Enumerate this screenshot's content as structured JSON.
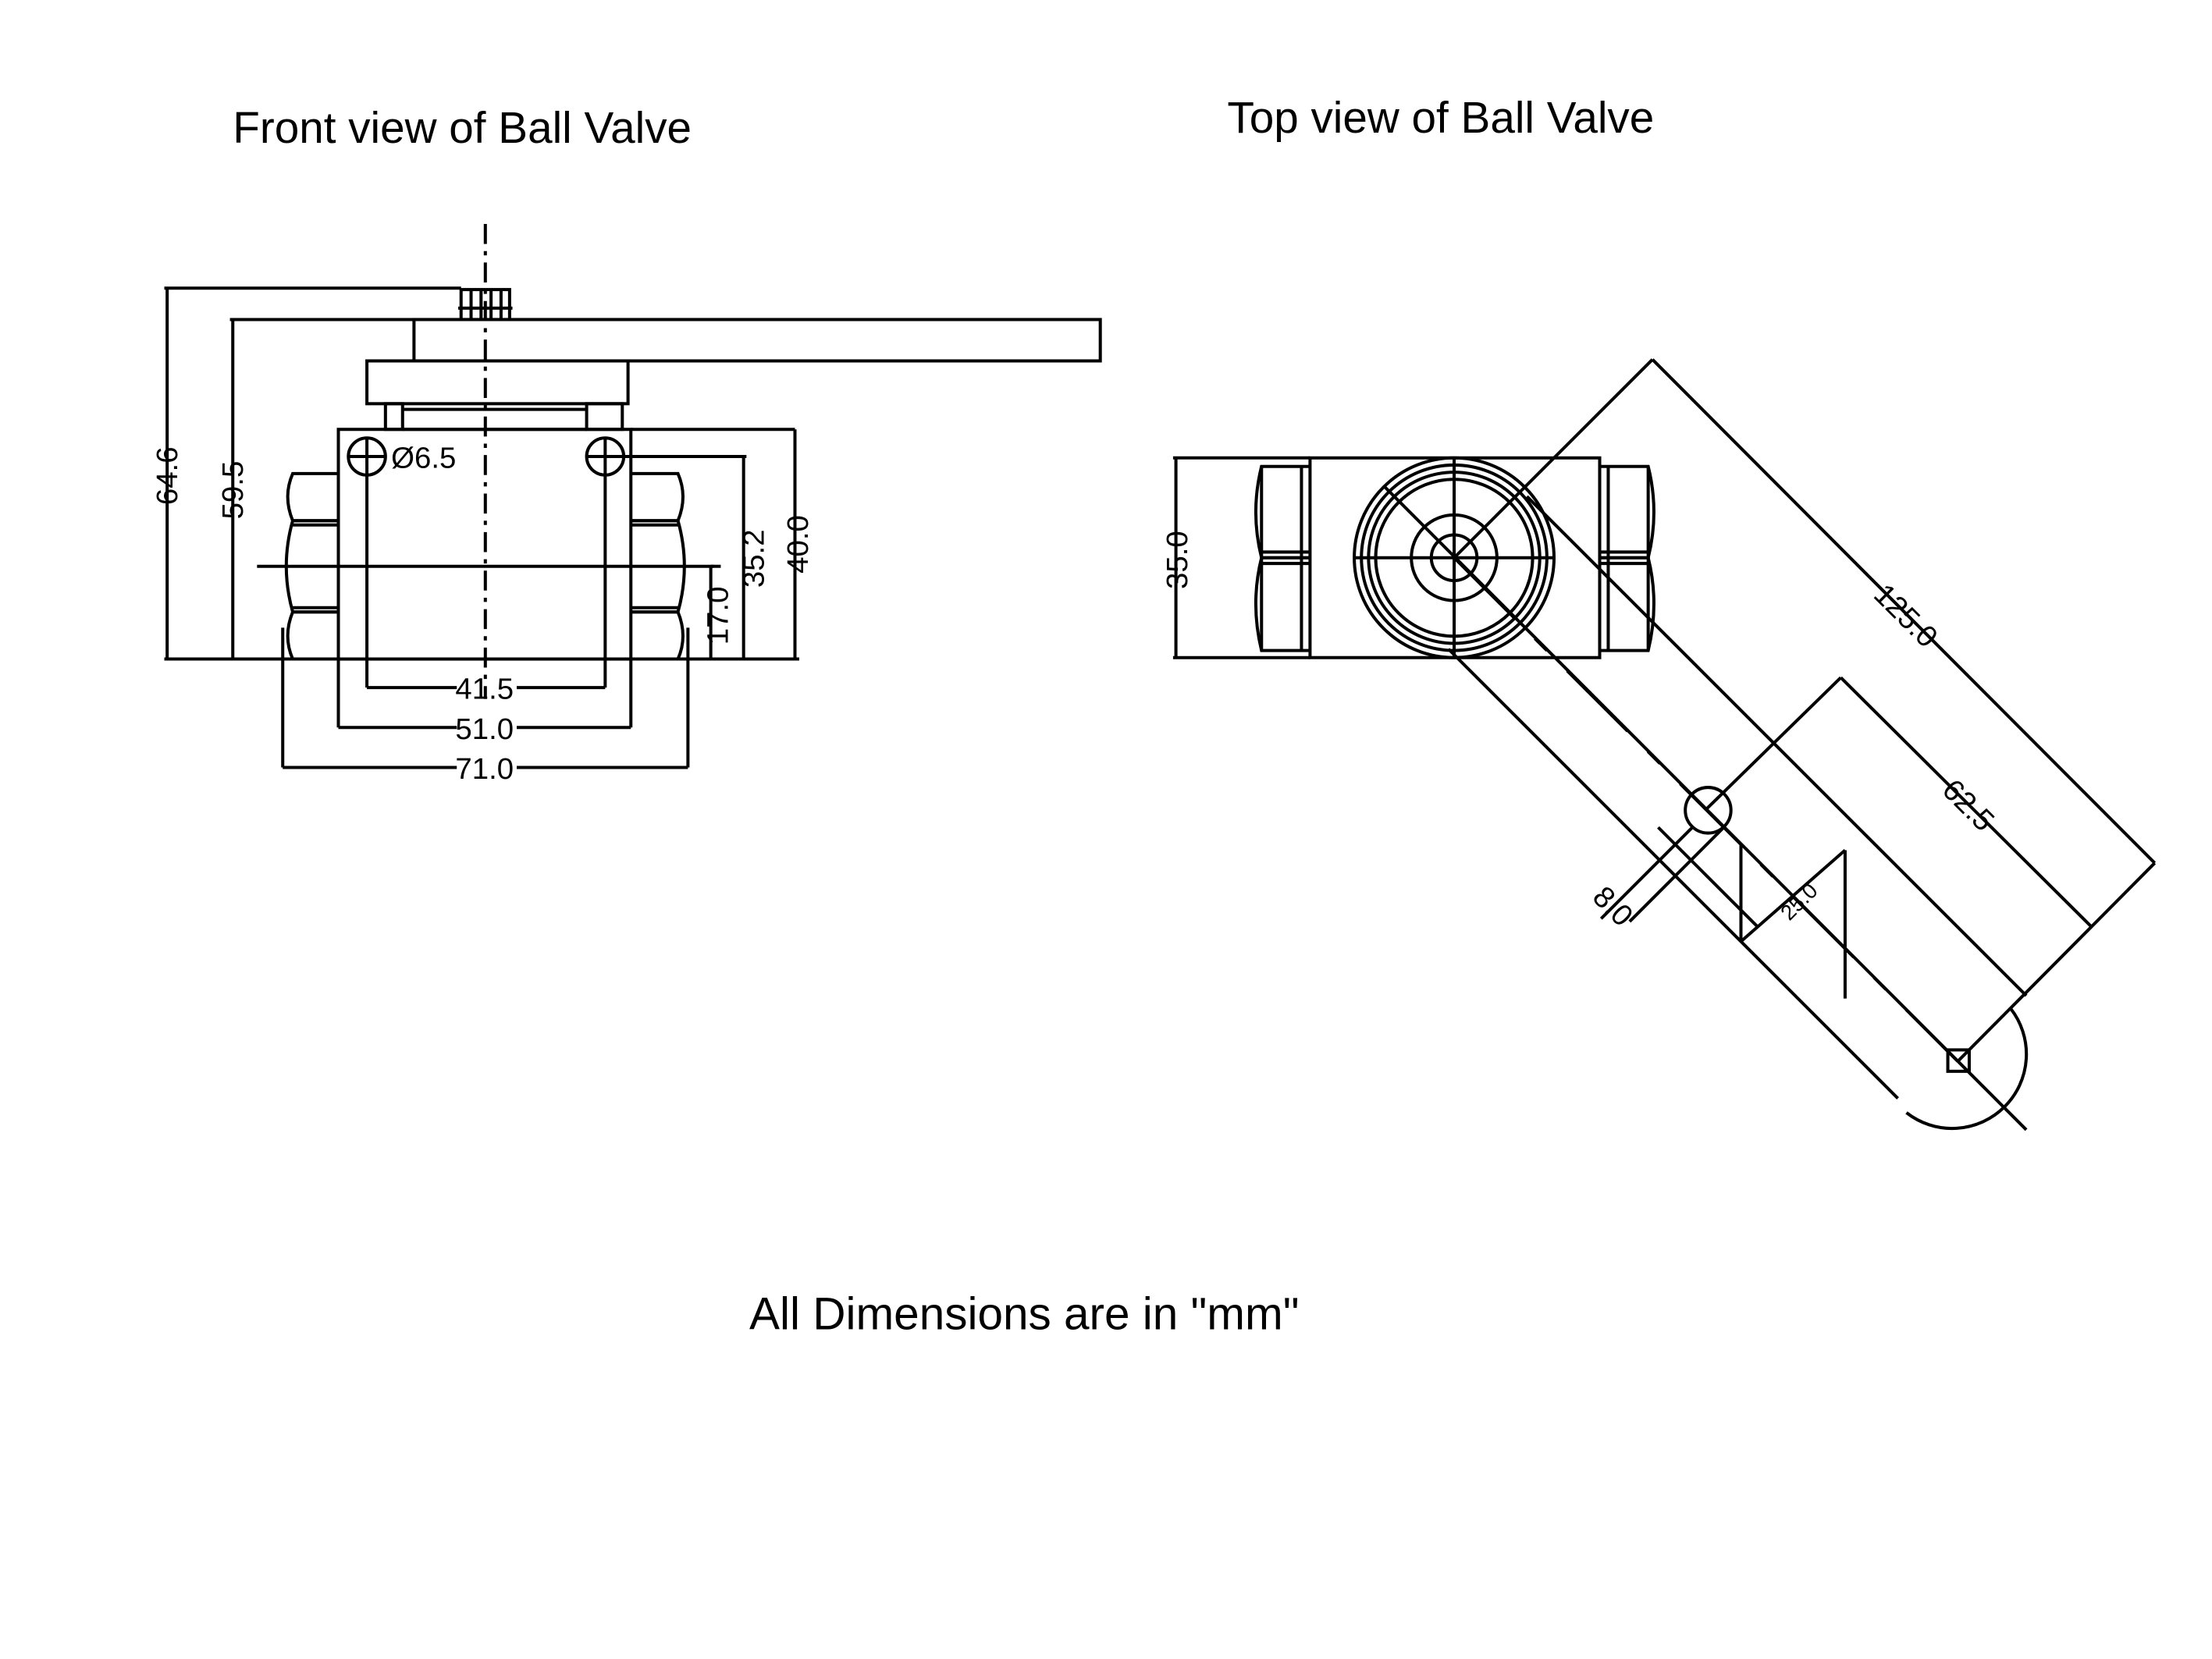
{
  "titles": {
    "front": "Front view of Ball Valve",
    "top": "Top view of Ball Valve",
    "note": "All Dimensions are in \"mm\""
  },
  "front_dims": {
    "overall_height": "64.6",
    "handle_height": "59.5",
    "hole_dia": "Ø6.5",
    "hole_height": "35.2",
    "body_height": "40.0",
    "center_height": "17.0",
    "hole_spacing": "41.5",
    "body_width": "51.0",
    "overall_width": "71.0"
  },
  "top_dims": {
    "body_height": "35.0",
    "handle_length": "125.0",
    "slot_length": "62.5",
    "slot_width": "25.0",
    "hole_dia": "8.0"
  }
}
